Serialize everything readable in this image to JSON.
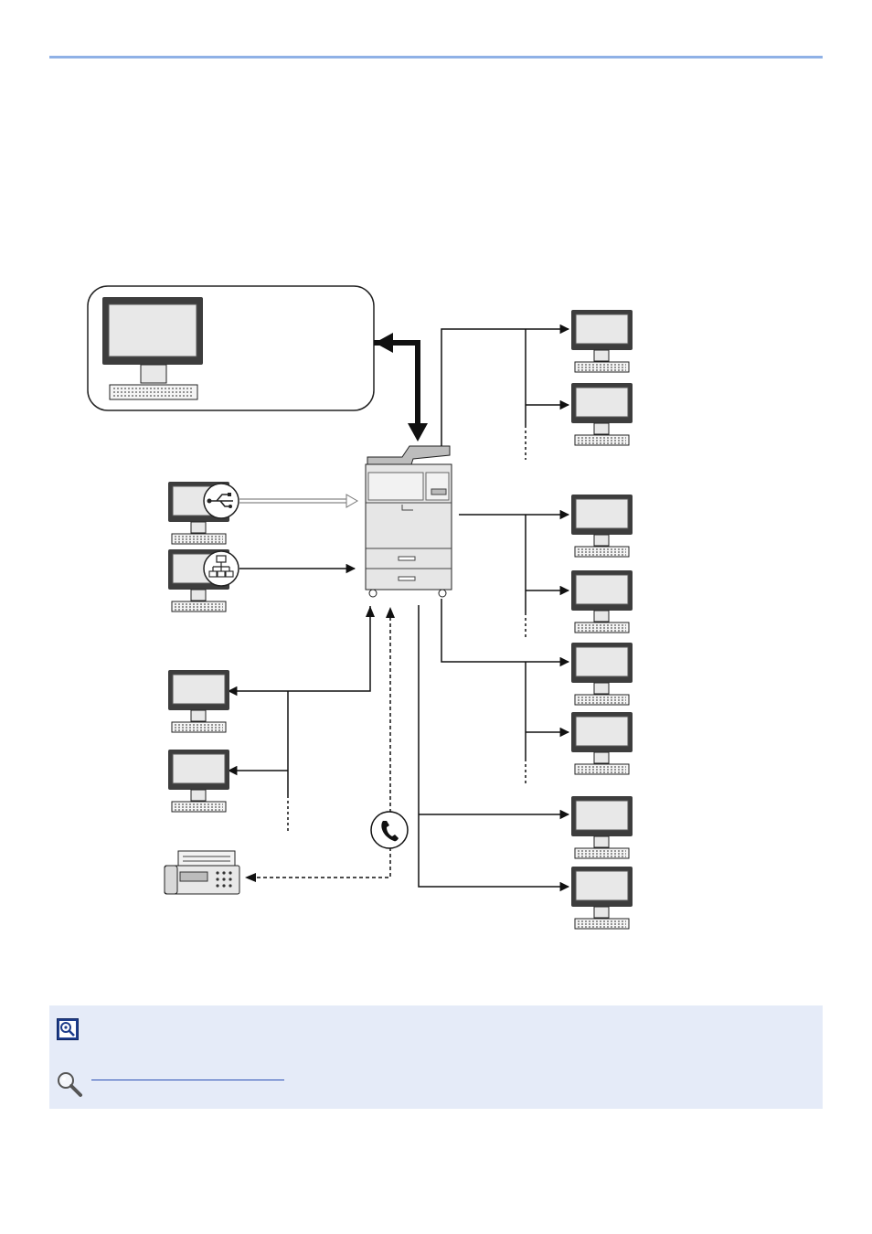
{
  "page": {
    "accent_color": "#8fb1e6",
    "note_background": "#e5ebf8",
    "link_color": "#2a4fb5"
  },
  "diagram": {
    "nodes": [
      {
        "id": "admin-pc",
        "kind": "computer"
      },
      {
        "id": "usb-pc",
        "kind": "computer",
        "badge": "usb-icon"
      },
      {
        "id": "network-pc",
        "kind": "computer",
        "badge": "network-icon"
      },
      {
        "id": "mfp",
        "kind": "printer"
      },
      {
        "id": "fax-machine",
        "kind": "fax"
      },
      {
        "id": "phone",
        "kind": "telephone-icon"
      }
    ]
  },
  "note": {
    "icon": "note-icon",
    "search_icon": "search-icon",
    "link_text": ""
  }
}
